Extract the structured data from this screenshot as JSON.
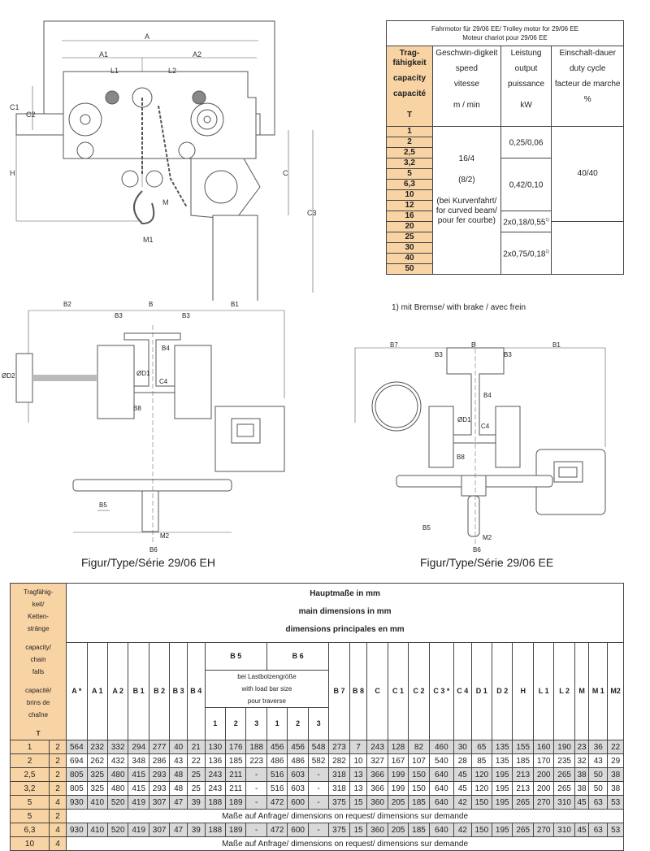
{
  "drawings": {
    "side_view_labels": [
      "A",
      "A1",
      "A2",
      "L1",
      "L2",
      "C1",
      "C2",
      "H",
      "C",
      "C3",
      "M",
      "M1"
    ],
    "front_eh_labels": [
      "B2",
      "B",
      "B1",
      "B3",
      "B3",
      "B4",
      "ØD2",
      "ØD1",
      "C4",
      "B8",
      "B5",
      "M2",
      "B6"
    ],
    "front_ee_labels": [
      "B7",
      "B",
      "B1",
      "B3",
      "B3",
      "B4",
      "ØD1",
      "C4",
      "B8",
      "B5",
      "M2",
      "B6"
    ],
    "caption_eh": "Figur/Type/Série 29/06 EH",
    "caption_ee": "Figur/Type/Série 29/06 EE"
  },
  "motor_table": {
    "title_line1": "Fahrmotor für 29/06 EE/ Trolley motor for 29/06 EE",
    "title_line2": "Moteur chariot pour 29/06 EE",
    "headers": {
      "capacity": [
        "Trag-fähigkeit",
        "capacity",
        "capacité",
        "T"
      ],
      "speed": [
        "Geschwin-digkeit",
        "speed",
        "vitesse",
        "m / min"
      ],
      "output": [
        "Leistung",
        "output",
        "puissance",
        "kW"
      ],
      "duty": [
        "Einschalt-dauer",
        "duty cycle",
        "facteur de marche",
        "%"
      ]
    },
    "capacities": [
      "1",
      "2",
      "2,5",
      "3,2",
      "5",
      "6,3",
      "10",
      "12",
      "16",
      "20",
      "25",
      "30",
      "40",
      "50"
    ],
    "speed_text": [
      "16/4",
      "(8/2)",
      "(bei Kurvenfahrt/",
      "for curved beam/",
      "pour fer courbe)"
    ],
    "outputs": [
      {
        "value": "0,25/0,06",
        "footnote": ""
      },
      {
        "value": "0,42/0,10",
        "footnote": ""
      },
      {
        "value": "2x0,18/0,55",
        "footnote": "1)"
      },
      {
        "value": "2x0,75/0,18",
        "footnote": "1)"
      }
    ],
    "duty_value": "40/40",
    "footnote": "1) mit Bremse/ with brake / avec frein"
  },
  "main_table": {
    "capacity_header": [
      "Tragfähig-",
      "keit/",
      "Ketten-",
      "stränge",
      "capacity/",
      "chain",
      "falls",
      "capacité/",
      "brins de",
      "chaîne",
      "T"
    ],
    "title_lines": [
      "Hauptmaße  in mm",
      "main dimensions in mm",
      "dimensions principales en mm"
    ],
    "columns_pre": [
      "A *",
      "A 1",
      "A 2",
      "B 1",
      "B 2",
      "B 3",
      "B 4"
    ],
    "b5_label": "B 5",
    "b6_label": "B 6",
    "loadbar_text": [
      "bei Lastbolzengröße",
      "with load bar size",
      "pour traverse"
    ],
    "sub_cols": [
      "1",
      "2",
      "3",
      "1",
      "2",
      "3"
    ],
    "columns_post": [
      "B 7",
      "B 8",
      "C",
      "C 1",
      "C 2",
      "C 3 *",
      "C 4",
      "D 1",
      "D 2",
      "H",
      "L 1",
      "L 2",
      "M",
      "M 1",
      "M2"
    ],
    "rows": [
      {
        "cap": "1",
        "falls": "2",
        "values": [
          "564",
          "232",
          "332",
          "294",
          "277",
          "40",
          "21",
          "130",
          "176",
          "188",
          "456",
          "456",
          "548",
          "273",
          "7",
          "243",
          "128",
          "82",
          "460",
          "30",
          "65",
          "135",
          "155",
          "160",
          "190",
          "23",
          "36",
          "22"
        ]
      },
      {
        "cap": "2",
        "falls": "2",
        "values": [
          "694",
          "262",
          "432",
          "348",
          "286",
          "43",
          "22",
          "136",
          "185",
          "223",
          "486",
          "486",
          "582",
          "282",
          "10",
          "327",
          "167",
          "107",
          "540",
          "28",
          "85",
          "135",
          "185",
          "170",
          "235",
          "32",
          "43",
          "29"
        ]
      },
      {
        "cap": "2,5",
        "falls": "2",
        "values": [
          "805",
          "325",
          "480",
          "415",
          "293",
          "48",
          "25",
          "243",
          "211",
          "-",
          "516",
          "603",
          "-",
          "318",
          "13",
          "366",
          "199",
          "150",
          "640",
          "45",
          "120",
          "195",
          "213",
          "200",
          "265",
          "38",
          "50",
          "38"
        ]
      },
      {
        "cap": "3,2",
        "falls": "2",
        "values": [
          "805",
          "325",
          "480",
          "415",
          "293",
          "48",
          "25",
          "243",
          "211",
          "-",
          "516",
          "603",
          "-",
          "318",
          "13",
          "366",
          "199",
          "150",
          "640",
          "45",
          "120",
          "195",
          "213",
          "200",
          "265",
          "38",
          "50",
          "38"
        ]
      },
      {
        "cap": "5",
        "falls": "4",
        "values": [
          "930",
          "410",
          "520",
          "419",
          "307",
          "47",
          "39",
          "188",
          "189",
          "-",
          "472",
          "600",
          "-",
          "375",
          "15",
          "360",
          "205",
          "185",
          "640",
          "42",
          "150",
          "195",
          "265",
          "270",
          "310",
          "45",
          "63",
          "53"
        ]
      },
      {
        "cap": "5",
        "falls": "2",
        "note": "Maße auf Anfrage/ dimensions on request/ dimensions sur demande"
      },
      {
        "cap": "6,3",
        "falls": "4",
        "values": [
          "930",
          "410",
          "520",
          "419",
          "307",
          "47",
          "39",
          "188",
          "189",
          "-",
          "472",
          "600",
          "-",
          "375",
          "15",
          "360",
          "205",
          "185",
          "640",
          "42",
          "150",
          "195",
          "265",
          "270",
          "310",
          "45",
          "63",
          "53"
        ]
      },
      {
        "cap": "10",
        "falls": "4",
        "note": "Maße auf Anfrage/ dimensions on request/ dimensions sur demande"
      }
    ]
  },
  "colors": {
    "capacity_bg": "#f8d3a4",
    "row_shade": "#d9d9d9"
  }
}
